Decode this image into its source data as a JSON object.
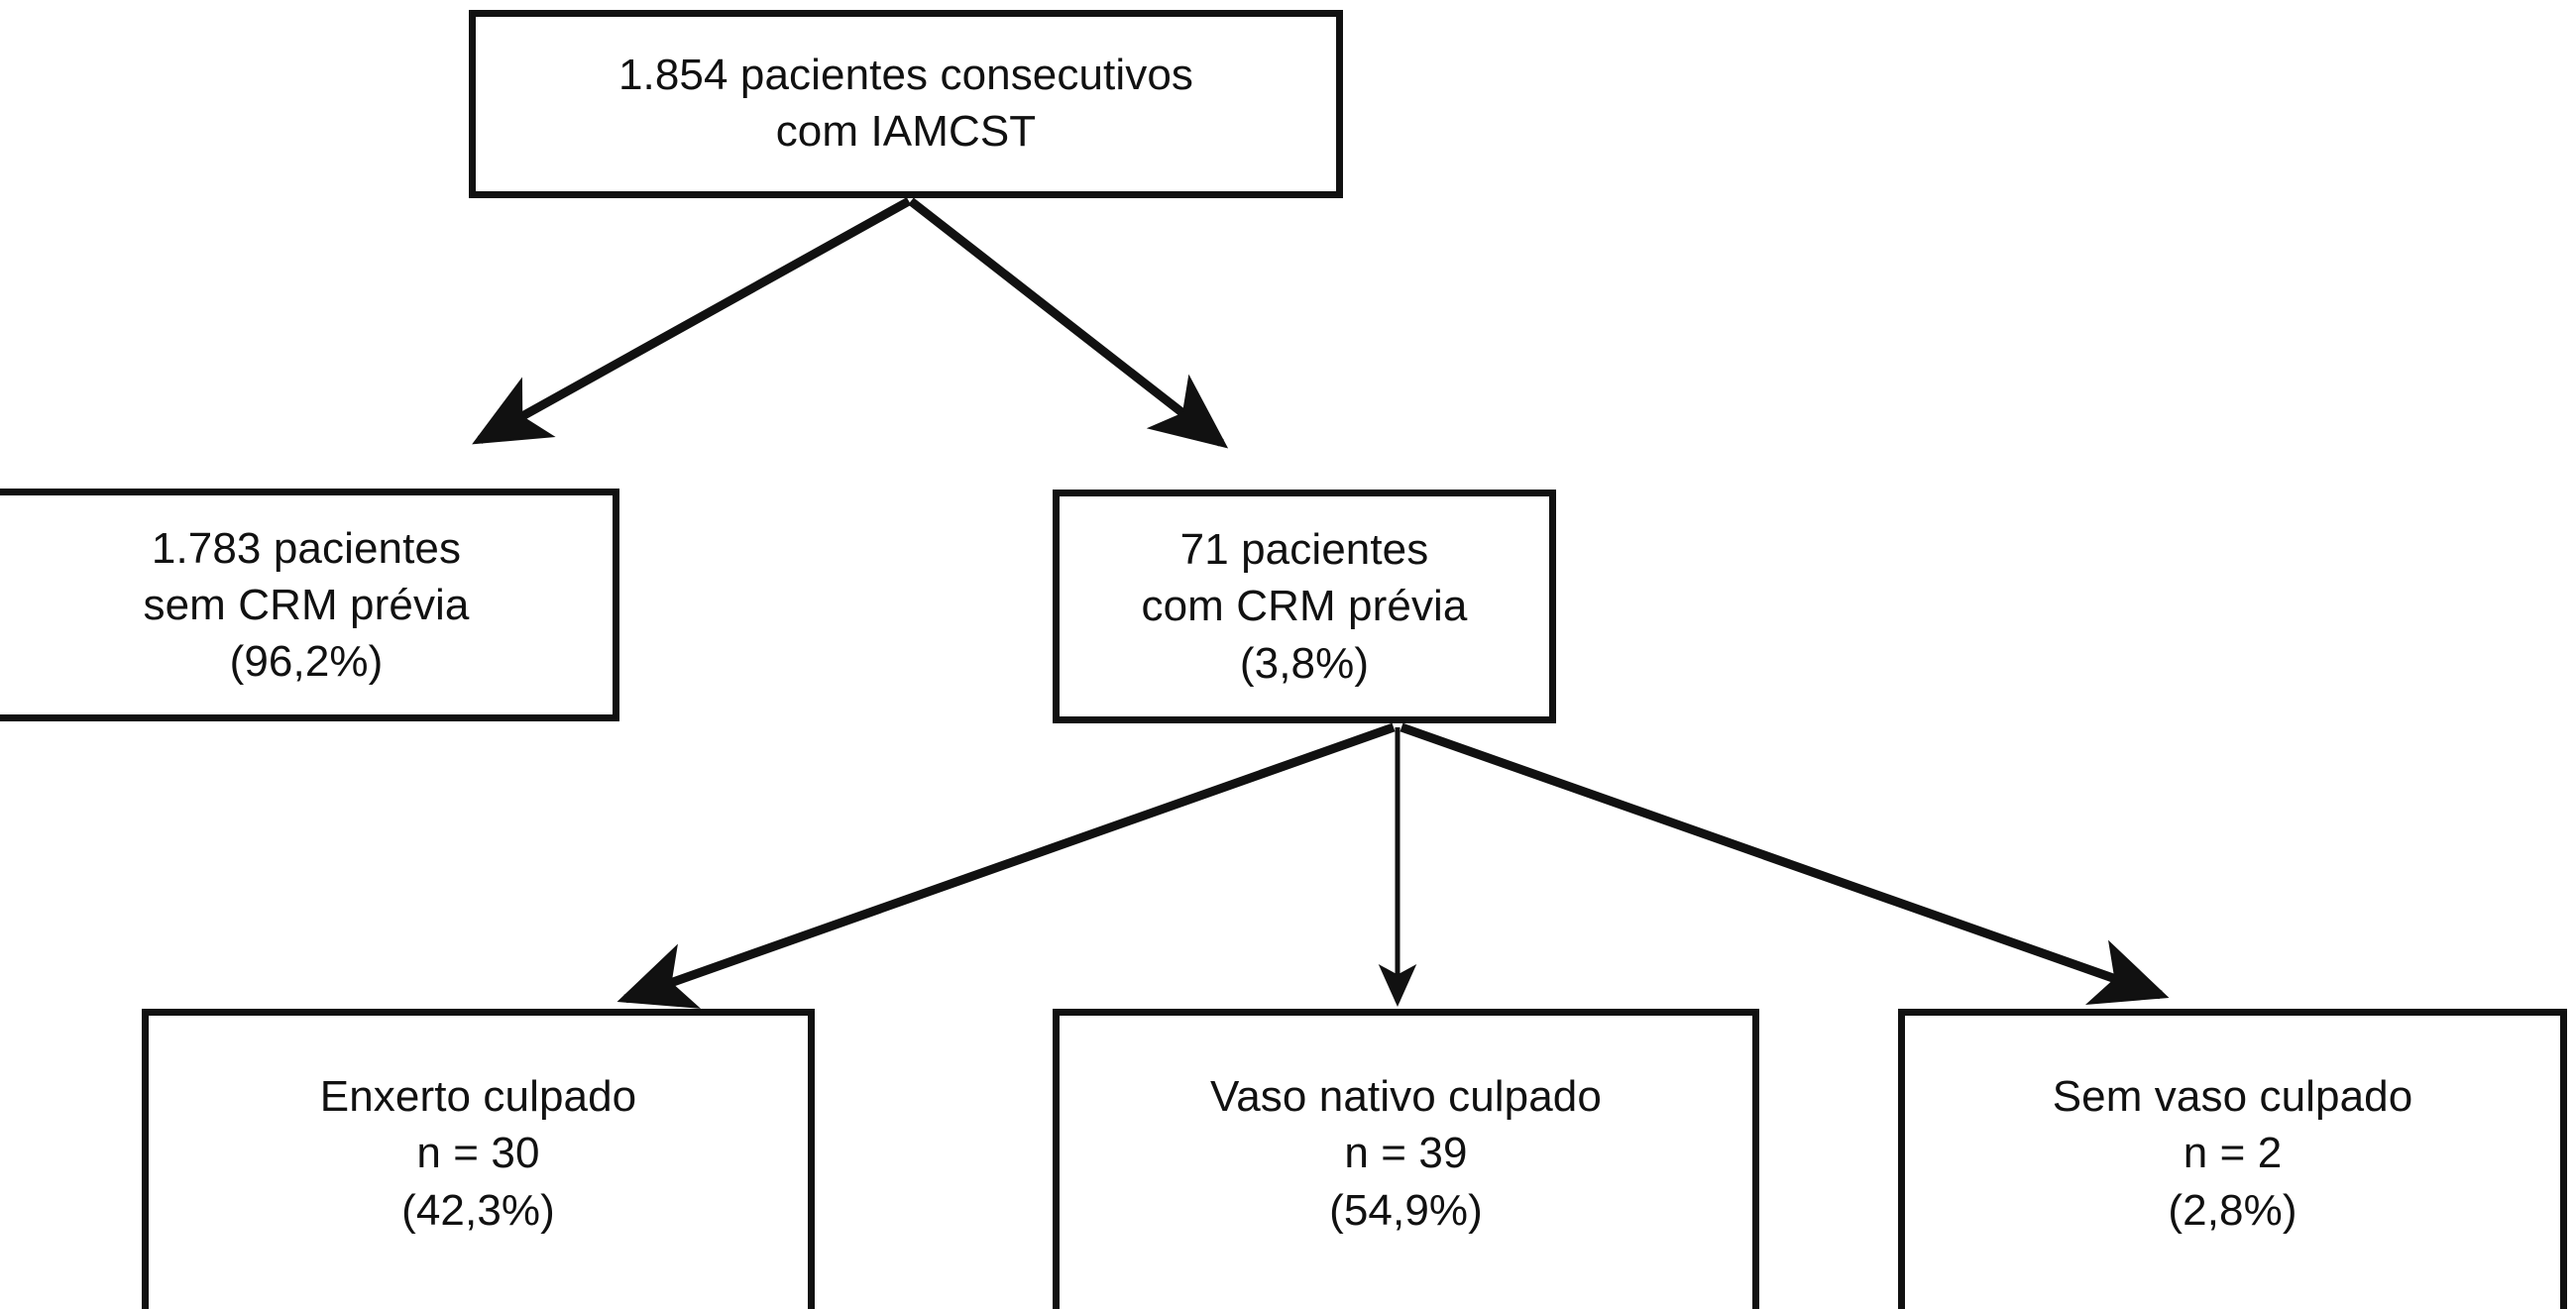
{
  "diagram": {
    "type": "flowchart",
    "language": "pt-BR",
    "colors": {
      "background": "#ffffff",
      "stroke": "#111111",
      "text": "#111111"
    },
    "nodes": [
      {
        "id": "root",
        "name": "consecutive-stemi-patients",
        "lines": [
          "1.854 pacientes consecutivos",
          "com IAMCST"
        ],
        "count": 1854,
        "line1": "1.854 pacientes consecutivos",
        "line2": "com IAMCST",
        "line3": ""
      },
      {
        "id": "no-cabg",
        "name": "patients-without-prior-cabg",
        "lines": [
          "1.783 pacientes",
          "sem CRM prévia",
          "(96,2%)"
        ],
        "count": 1783,
        "percent": "96,2%",
        "line1": "1.783 pacientes",
        "line2": "sem CRM prévia",
        "line3": "(96,2%)"
      },
      {
        "id": "prior-cabg",
        "name": "patients-with-prior-cabg",
        "lines": [
          "71 pacientes",
          "com CRM prévia",
          "(3,8%)"
        ],
        "count": 71,
        "percent": "3,8%",
        "line1": "71 pacientes",
        "line2": "com CRM prévia",
        "line3": "(3,8%)"
      },
      {
        "id": "graft",
        "name": "culprit-graft",
        "lines": [
          "Enxerto culpado",
          "n = 30",
          "(42,3%)"
        ],
        "count": 30,
        "percent": "42,3%",
        "line1": "Enxerto culpado",
        "line2": "n = 30",
        "line3": "(42,3%)"
      },
      {
        "id": "native",
        "name": "culprit-native-vessel",
        "lines": [
          "Vaso nativo culpado",
          "n = 39",
          "(54,9%)"
        ],
        "count": 39,
        "percent": "54,9%",
        "line1": "Vaso nativo culpado",
        "line2": "n = 39",
        "line3": "(54,9%)"
      },
      {
        "id": "none",
        "name": "no-culprit-vessel",
        "lines": [
          "Sem vaso culpado",
          "n = 2",
          "(2,8%)"
        ],
        "count": 2,
        "percent": "2,8%",
        "line1": "Sem vaso culpado",
        "line2": "n = 2",
        "line3": "(2,8%)"
      }
    ],
    "edges": [
      {
        "name": "edge-root-to-no-cabg",
        "from": "root",
        "to": "no-cabg",
        "label": ""
      },
      {
        "name": "edge-root-to-prior-cabg",
        "from": "root",
        "to": "prior-cabg",
        "label": ""
      },
      {
        "name": "edge-prior-cabg-to-graft",
        "from": "prior-cabg",
        "to": "graft",
        "label": ""
      },
      {
        "name": "edge-prior-cabg-to-native",
        "from": "prior-cabg",
        "to": "native",
        "label": ""
      },
      {
        "name": "edge-prior-cabg-to-none",
        "from": "prior-cabg",
        "to": "none",
        "label": ""
      }
    ]
  }
}
